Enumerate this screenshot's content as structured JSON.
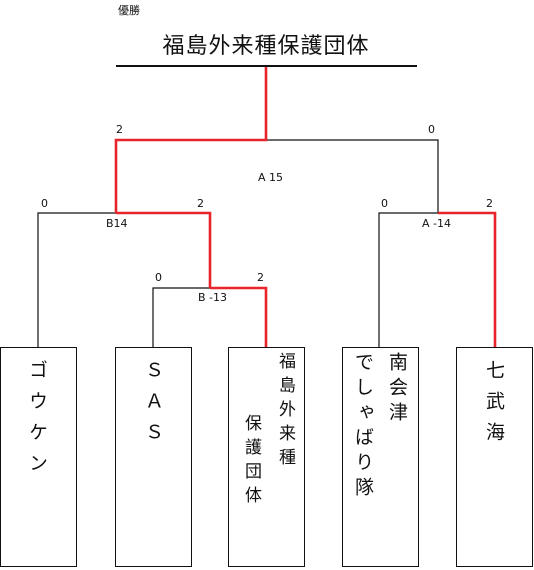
{
  "champion": {
    "caption": "優勝",
    "name": "福島外来種保護団体"
  },
  "teams": [
    {
      "name": "ゴウケン"
    },
    {
      "name": "ＳＡＳ"
    },
    {
      "columns": [
        "福島外来種",
        "保護団体"
      ]
    },
    {
      "columns": [
        "南会津",
        "でしゃばり隊"
      ]
    },
    {
      "name": "七武海"
    }
  ],
  "matches": {
    "final": {
      "label": "A 15",
      "left_score": "2",
      "right_score": "0"
    },
    "semi_left": {
      "label": "B14",
      "left_score": "0",
      "right_score": "2"
    },
    "semi_right": {
      "label": "A -14",
      "left_score": "0",
      "right_score": "2"
    },
    "first_round": {
      "label": "B -13",
      "left_score": "0",
      "right_score": "2"
    }
  },
  "colors": {
    "winner_line": "#e8232a",
    "line": "#111111"
  }
}
